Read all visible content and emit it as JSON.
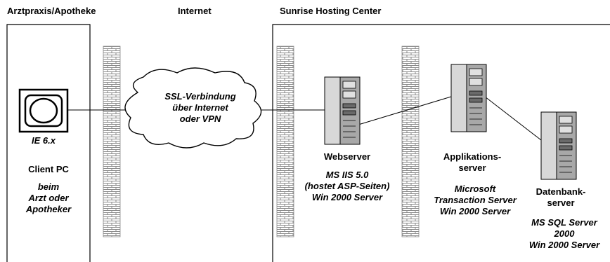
{
  "zones": {
    "practice": "Arztpraxis/Apotheke",
    "internet": "Internet",
    "hosting": "Sunrise Hosting Center"
  },
  "client": {
    "browser": "IE 6.x",
    "name": "Client PC",
    "desc": [
      "beim",
      "Arzt oder",
      "Apotheker"
    ]
  },
  "cloud": {
    "lines": [
      "SSL-Verbindung",
      "über Internet",
      "oder VPN"
    ]
  },
  "webserver": {
    "name": "Webserver",
    "details": [
      "MS IIS 5.0",
      "(hostet ASP-Seiten)",
      "Win 2000 Server"
    ]
  },
  "appserver": {
    "name": [
      "Applikations-",
      "server"
    ],
    "details": [
      "Microsoft",
      "Transaction Server",
      "Win 2000 Server"
    ]
  },
  "dbserver": {
    "name": [
      "Datenbank-",
      "server"
    ],
    "details": [
      "MS SQL Server",
      "2000",
      "Win 2000 Server"
    ]
  },
  "colors": {
    "line": "#000000",
    "firewall": "#888888",
    "tower_light": "#d8d8d8",
    "tower_mid": "#a8a8a8",
    "tower_dark": "#6a6a6a"
  }
}
